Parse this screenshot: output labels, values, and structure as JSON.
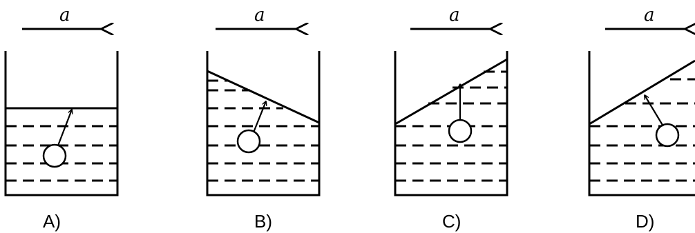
{
  "accel_label": "a",
  "panels": [
    {
      "option": "A)",
      "surface": "horizontal"
    },
    {
      "option": "B)",
      "surface": "tilted-down-right"
    },
    {
      "option": "C)",
      "surface": "tilted-up-right"
    },
    {
      "option": "D)",
      "surface": "tilted-up-right"
    }
  ],
  "colors": {
    "stroke": "#000000",
    "background": "#ffffff"
  }
}
